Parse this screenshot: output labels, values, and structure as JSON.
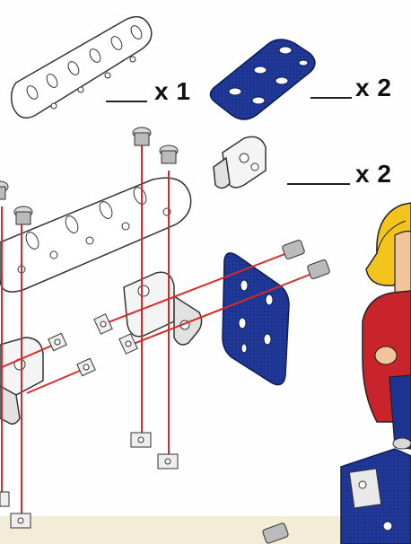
{
  "parts_legend": {
    "perforated_strip": {
      "name": "perforated-strip-white",
      "quantity": "x 1"
    },
    "flat_plate": {
      "name": "flat-plate-blue",
      "quantity": "x 2"
    },
    "angle_bracket": {
      "name": "angle-bracket-white",
      "quantity": "x 2"
    }
  },
  "colors": {
    "plate_blue": "#1d3590",
    "assembly_line_red": "#d92a2a",
    "part_outline": "#333333",
    "cap_yellow": "#f3c41e",
    "shirt_red": "#c9232b",
    "skin": "#f2c49a",
    "paper": "#fefefe"
  },
  "icons": [
    "bolt-icon",
    "nut-icon",
    "perforated-strip-icon",
    "flat-plate-icon",
    "angle-bracket-icon"
  ]
}
